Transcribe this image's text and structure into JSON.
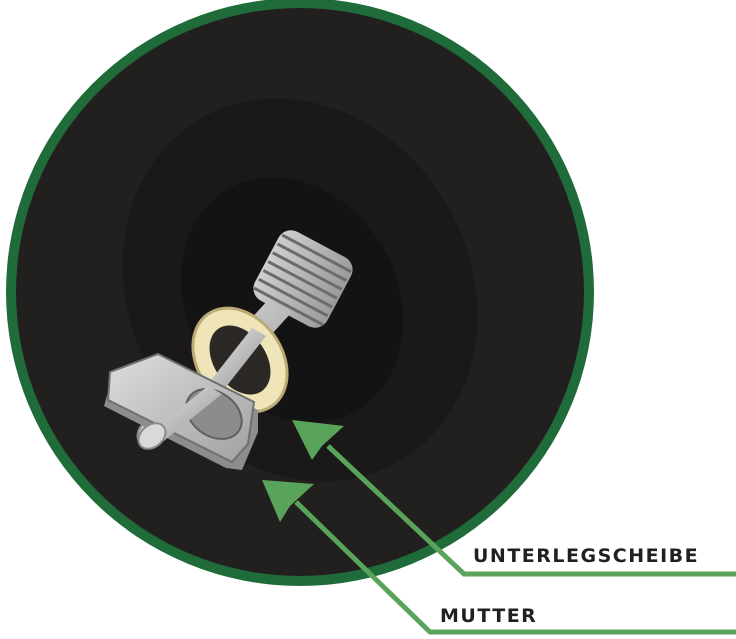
{
  "labels": {
    "washer": "UNTERLEGSCHEIBE",
    "nut": "MUTTER"
  },
  "colors": {
    "disc_rim": "#1f6b3a",
    "disc_body": "#221f1f",
    "recess_outer": "#1b1919",
    "recess_inner": "#151414",
    "callout_green": "#5aa35a",
    "washer_fill": "#efe5b8",
    "metal_light": "#d7d7d7",
    "metal_mid": "#a9a9a9",
    "metal_dark": "#6f6f6f",
    "label_text": "#231f20"
  },
  "icons": [
    "bolt-illustration",
    "washer-illustration",
    "nut-illustration",
    "arrow-icon"
  ]
}
